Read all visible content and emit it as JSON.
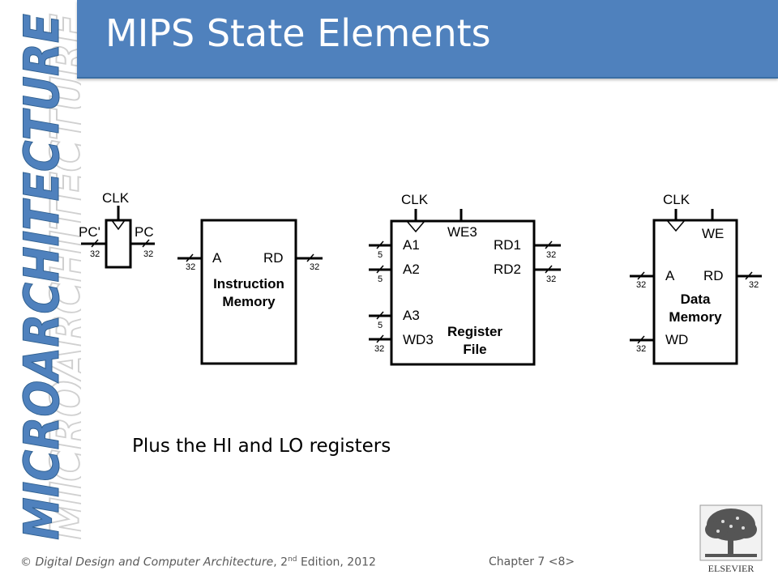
{
  "side_title": "MICROARCHITECTURE",
  "slide": {
    "title": "MIPS State Elements",
    "caption": "Plus the HI and LO registers"
  },
  "diagram": {
    "pc_register": {
      "clk": "CLK",
      "input": "PC'",
      "output": "PC",
      "in_width": "32",
      "out_width": "32"
    },
    "instruction_memory": {
      "name_line1": "Instruction",
      "name_line2": "Memory",
      "port_a": "A",
      "port_rd": "RD",
      "a_width": "32",
      "rd_width": "32"
    },
    "register_file": {
      "clk": "CLK",
      "we": "WE3",
      "name_line1": "Register",
      "name_line2": "File",
      "a1": "A1",
      "a2": "A2",
      "a3": "A3",
      "wd3": "WD3",
      "rd1": "RD1",
      "rd2": "RD2",
      "a1_width": "5",
      "a2_width": "5",
      "a3_width": "5",
      "wd3_width": "32",
      "rd1_width": "32",
      "rd2_width": "32"
    },
    "data_memory": {
      "clk": "CLK",
      "we": "WE",
      "name_line1": "Data",
      "name_line2": "Memory",
      "port_a": "A",
      "port_rd": "RD",
      "port_wd": "WD",
      "a_width": "32",
      "rd_width": "32",
      "wd_width": "32"
    }
  },
  "footer": {
    "copyright": "©",
    "book_title": "Digital Design and Computer Architecture",
    "edition_prefix": ", 2",
    "edition_sup": "nd",
    "edition_suffix": " Edition, 2012",
    "chapter": "Chapter 7 <8>"
  },
  "logo": {
    "text": "ELSEVIER"
  },
  "colors": {
    "title_bar": "#4f81bd",
    "side_title": "#4f81bd",
    "footer_text": "#595959"
  }
}
